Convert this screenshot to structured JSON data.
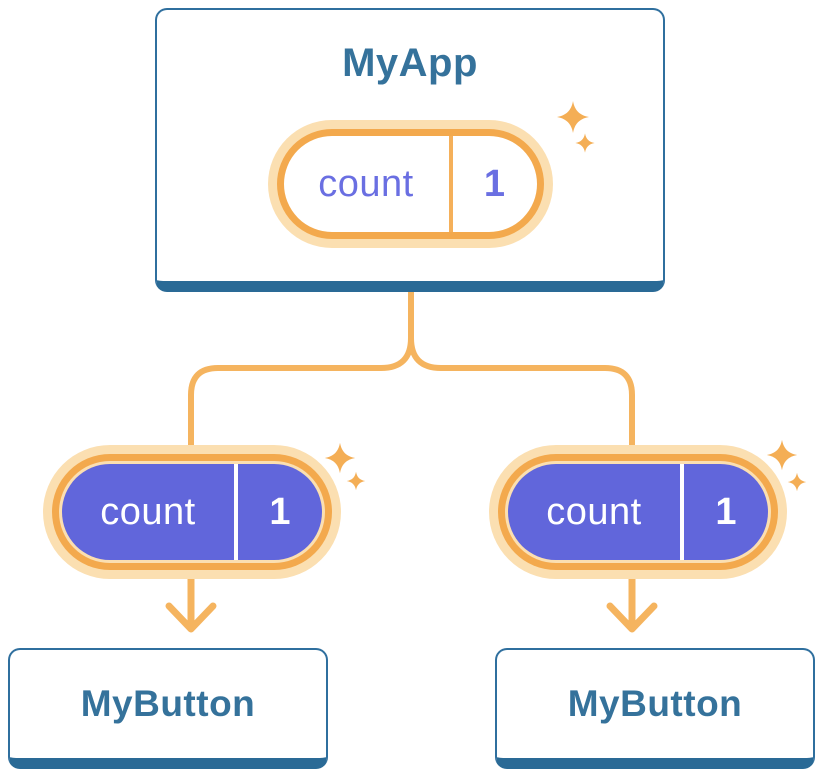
{
  "diagram": {
    "description": "Component tree showing count state in MyApp passed down as props to two MyButton children",
    "root": {
      "title": "MyApp",
      "state": {
        "label": "count",
        "value": "1"
      }
    },
    "children": [
      {
        "title": "MyButton",
        "prop": {
          "label": "count",
          "value": "1"
        }
      },
      {
        "title": "MyButton",
        "prop": {
          "label": "count",
          "value": "1"
        }
      }
    ],
    "colors": {
      "card_border": "#2F6F9E",
      "card_bottom_bar": "#2A6A96",
      "heading_text": "#35729B",
      "pill_ring_orange": "#F3A94D",
      "pill_halo_cream": "#FBDFB1",
      "connector_orange": "#F5B45F",
      "sparkle_orange": "#F4AE55",
      "prop_pill_purple": "#6166DB",
      "state_text_purple": "#6A6FE2"
    }
  }
}
